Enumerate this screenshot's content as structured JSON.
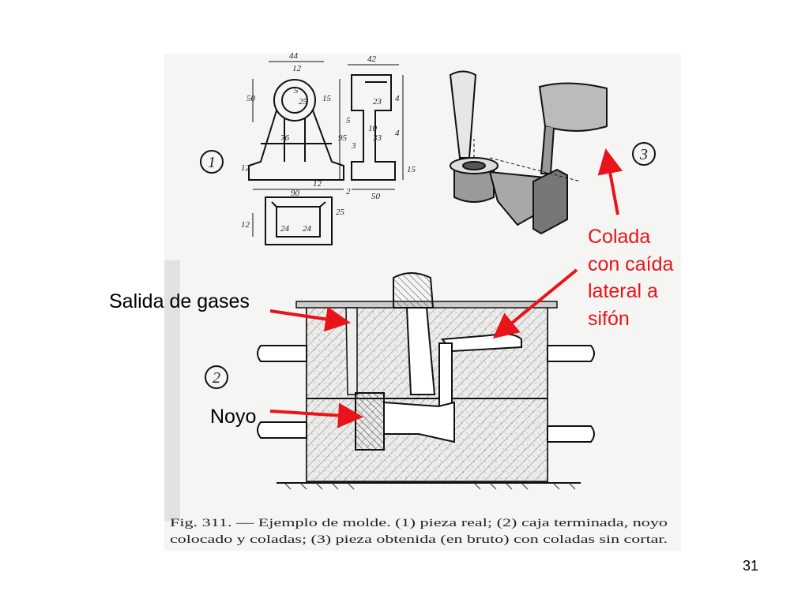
{
  "slide": {
    "number": "31",
    "labels": {
      "gas_outlet": "Salida de gases",
      "core": "Noyo",
      "sprue_lines": [
        "Colada",
        "con caída",
        "lateral a",
        "sifón"
      ]
    },
    "annotation_color": "#e8141a"
  },
  "figure": {
    "markers": [
      "1",
      "2",
      "3"
    ],
    "caption_line1": "Fig. 311. — Ejemplo de molde. (1) pieza real; (2) caja terminada, noyo",
    "caption_line2": "colocado y coladas; (3) pieza obtenida (en bruto) con coladas sin cortar.",
    "dims": {
      "d44": "44",
      "d12a": "12",
      "d42": "42",
      "d5": "5",
      "d25": "25",
      "d15a": "15",
      "d50v": "50",
      "d23": "23",
      "d4a": "4",
      "d5b": "5",
      "d95": "95",
      "d76": "76",
      "d10": "10",
      "d33": "33",
      "d4b": "4",
      "d3": "3",
      "d12b": "12",
      "d15b": "15",
      "d12c": "12",
      "d90": "90",
      "d2": "2",
      "d50": "50",
      "d25b": "25",
      "d12d": "12",
      "d24a": "24",
      "d24b": "24"
    }
  }
}
